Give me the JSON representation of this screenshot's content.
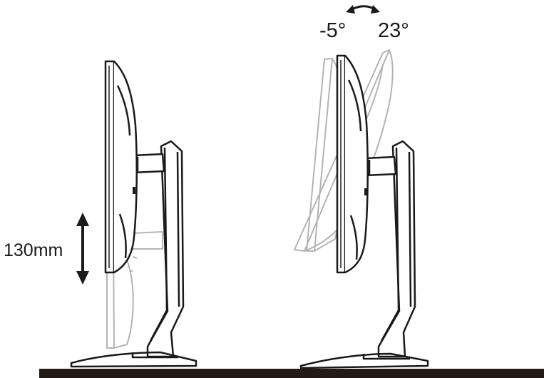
{
  "labels": {
    "height_adjust": "130mm",
    "tilt_back": "-5°",
    "tilt_forward": "23°"
  },
  "colors": {
    "line": "#1a1a1a",
    "ghost": "#b4b4b4",
    "floor": "#231a16"
  },
  "icons": {
    "height_arrow": "double-vertical-arrow-icon",
    "tilt_arrow": "curved-double-arrow-icon"
  }
}
